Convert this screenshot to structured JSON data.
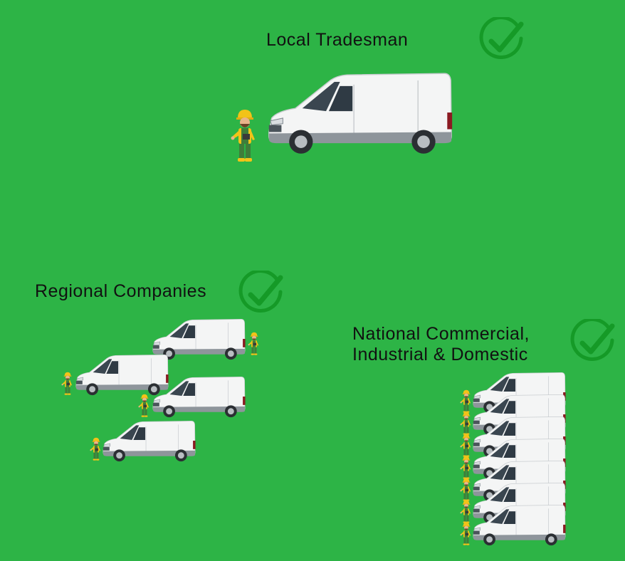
{
  "tiers": {
    "local": {
      "label": "Local Tradesman",
      "vans": 1,
      "icon": "check-circle-icon"
    },
    "regional": {
      "label": "Regional Companies",
      "vans": 4,
      "icon": "check-circle-icon"
    },
    "national": {
      "label_line1": "National Commercial,",
      "label_line2": "Industrial & Domestic",
      "vans": 7,
      "icon": "check-circle-icon"
    }
  },
  "colors": {
    "background": "#2db446",
    "check": "#159a27",
    "van_body": "#f4f5f5",
    "worker_helmet": "#f2c318"
  }
}
